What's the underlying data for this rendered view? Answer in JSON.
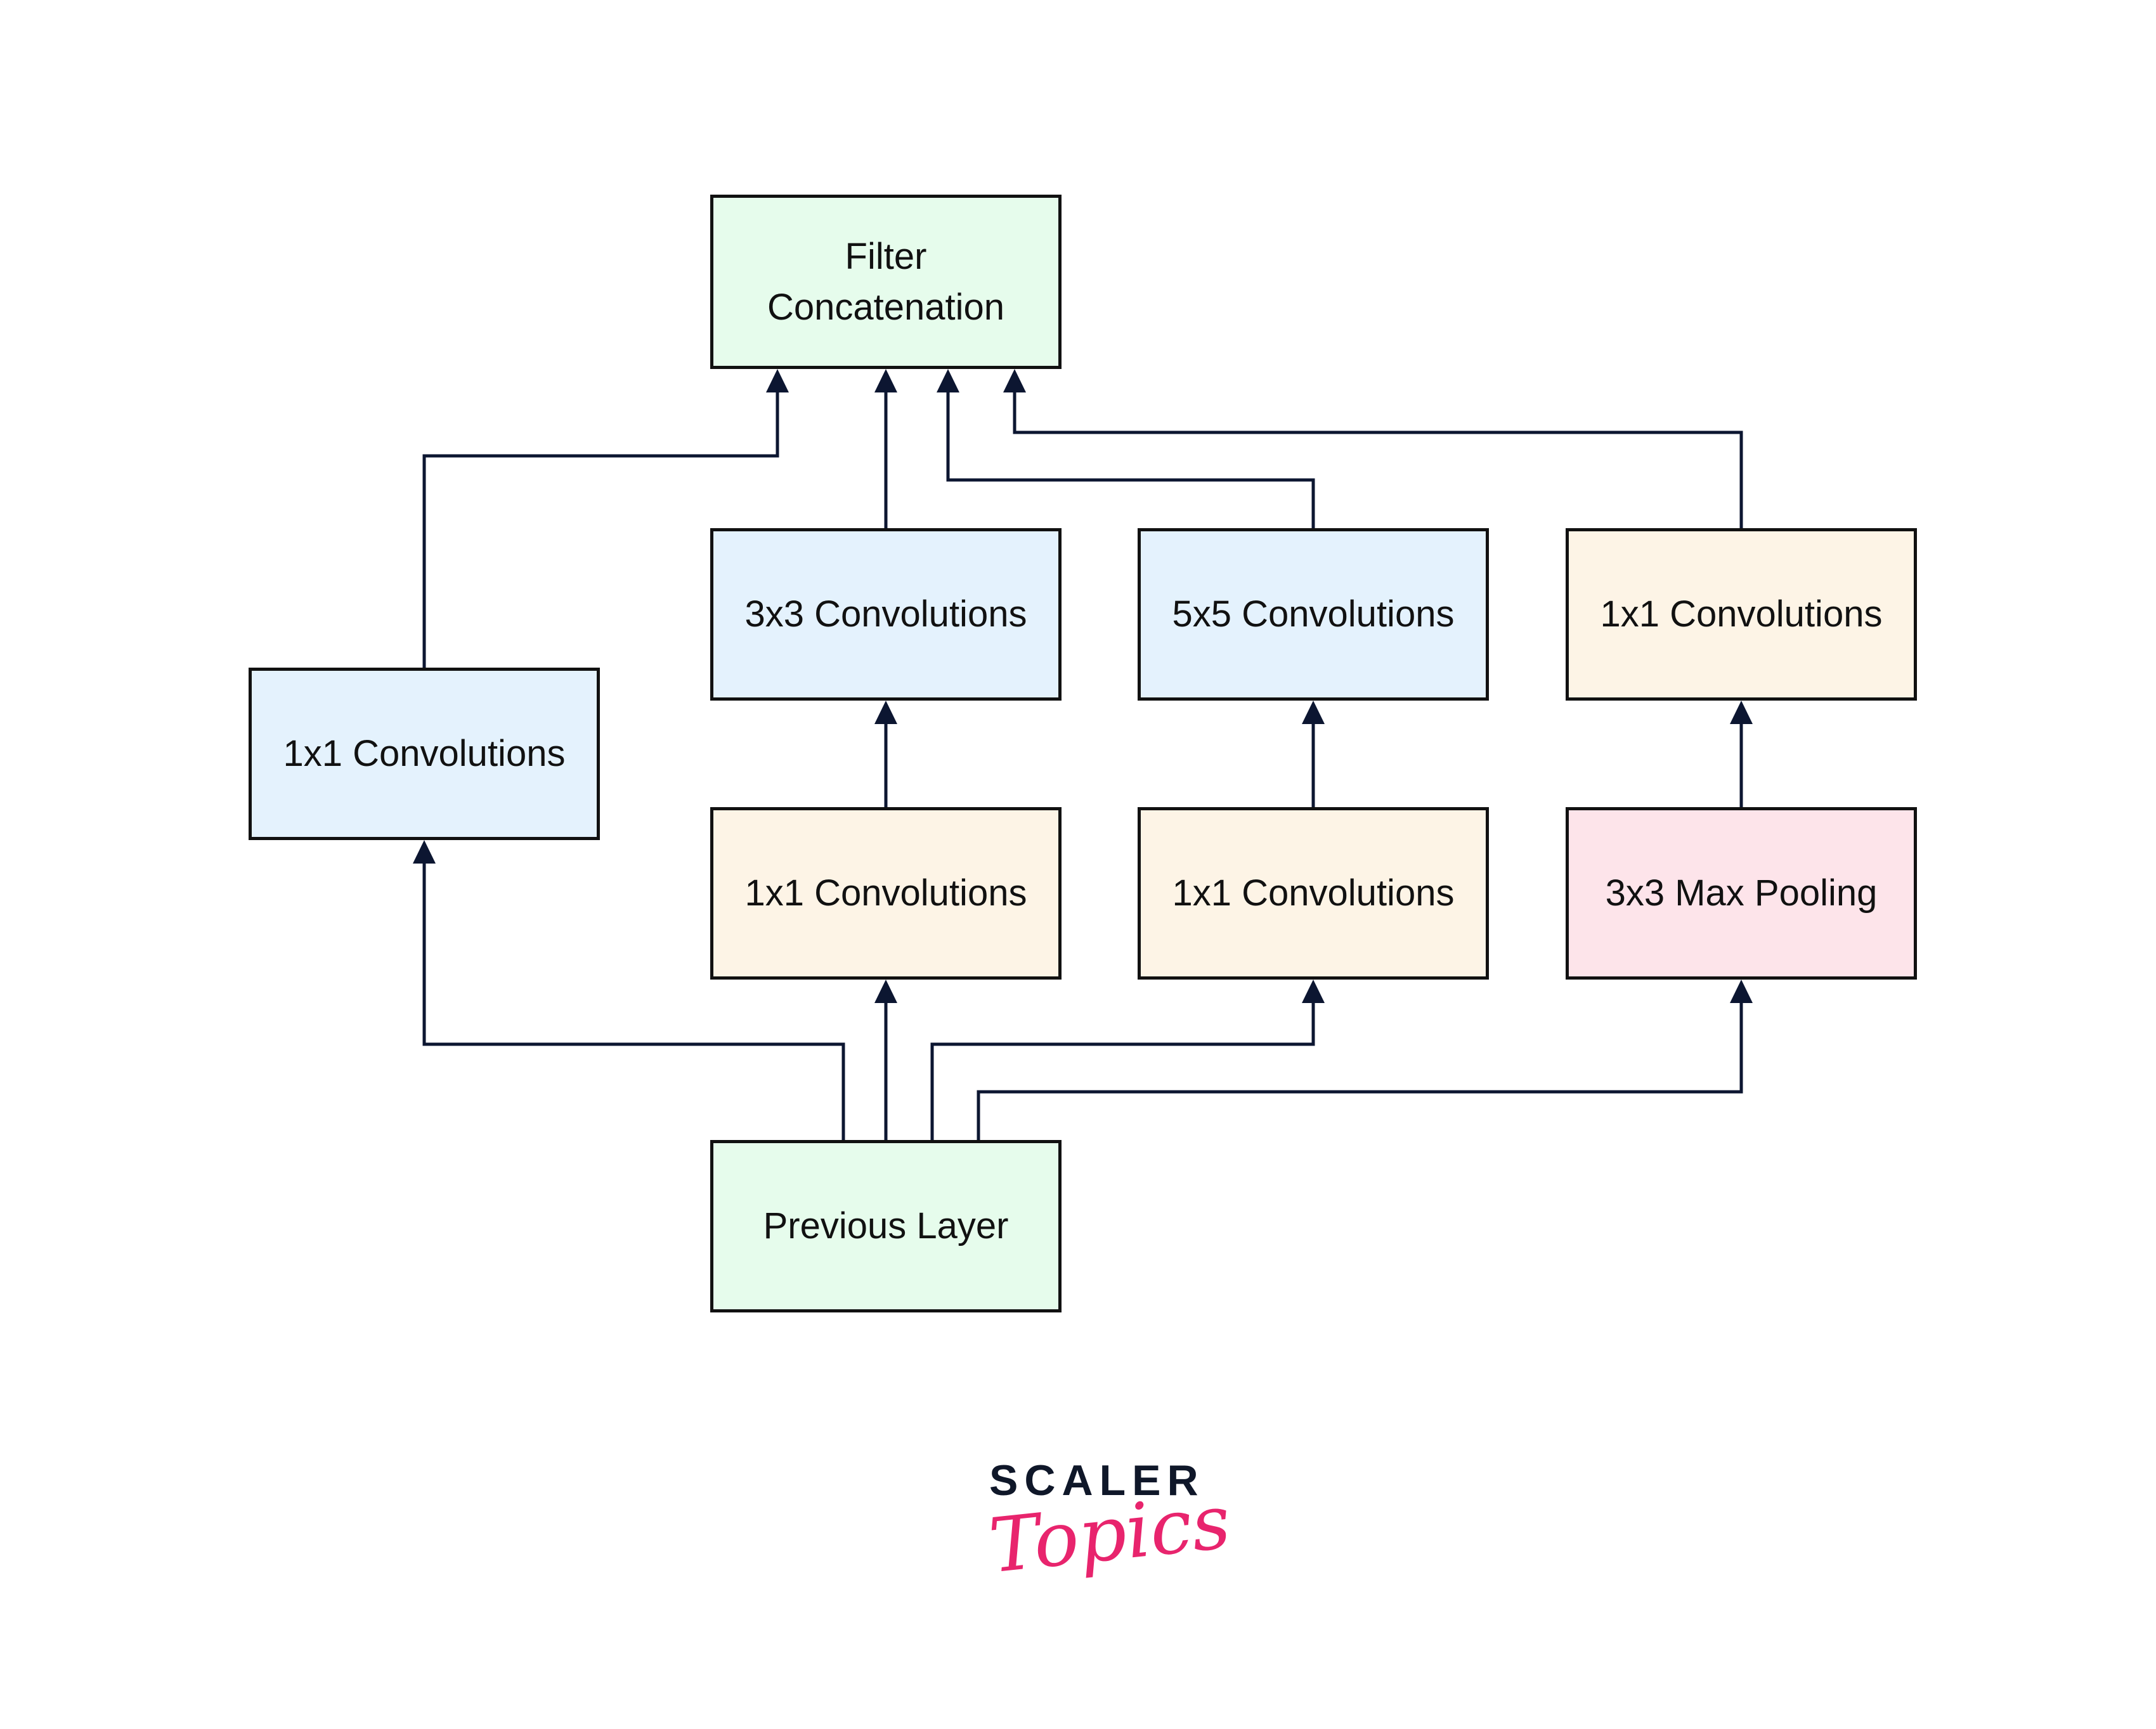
{
  "diagram": {
    "nodes": {
      "filter_concat": {
        "label": "Filter\nConcatenation",
        "color": "#e6fcec"
      },
      "conv1x1_left": {
        "label": "1x1 Convolutions",
        "color": "#e4f2fd"
      },
      "conv3x3": {
        "label": "3x3 Convolutions",
        "color": "#e4f2fd"
      },
      "conv5x5": {
        "label": "5x5 Convolutions",
        "color": "#e4f2fd"
      },
      "conv1x1_pool_proj": {
        "label": "1x1 Convolutions",
        "color": "#fdf4e6"
      },
      "conv1x1_reduce_3x3": {
        "label": "1x1 Convolutions",
        "color": "#fdf4e6"
      },
      "conv1x1_reduce_5x5": {
        "label": "1x1 Convolutions",
        "color": "#fdf4e6"
      },
      "maxpool3x3": {
        "label": "3x3 Max Pooling",
        "color": "#fde4ea"
      },
      "previous_layer": {
        "label": "Previous Layer",
        "color": "#e6fcec"
      }
    },
    "edges": [
      {
        "from": "previous_layer",
        "to": "conv1x1_left"
      },
      {
        "from": "previous_layer",
        "to": "conv1x1_reduce_3x3"
      },
      {
        "from": "previous_layer",
        "to": "conv1x1_reduce_5x5"
      },
      {
        "from": "previous_layer",
        "to": "maxpool3x3"
      },
      {
        "from": "conv1x1_reduce_3x3",
        "to": "conv3x3"
      },
      {
        "from": "conv1x1_reduce_5x5",
        "to": "conv5x5"
      },
      {
        "from": "maxpool3x3",
        "to": "conv1x1_pool_proj"
      },
      {
        "from": "conv1x1_left",
        "to": "filter_concat"
      },
      {
        "from": "conv3x3",
        "to": "filter_concat"
      },
      {
        "from": "conv5x5",
        "to": "filter_concat"
      },
      {
        "from": "conv1x1_pool_proj",
        "to": "filter_concat"
      }
    ],
    "line_color": "#0c1631"
  },
  "logo": {
    "brand": "SCALER",
    "sub": "Topics"
  }
}
